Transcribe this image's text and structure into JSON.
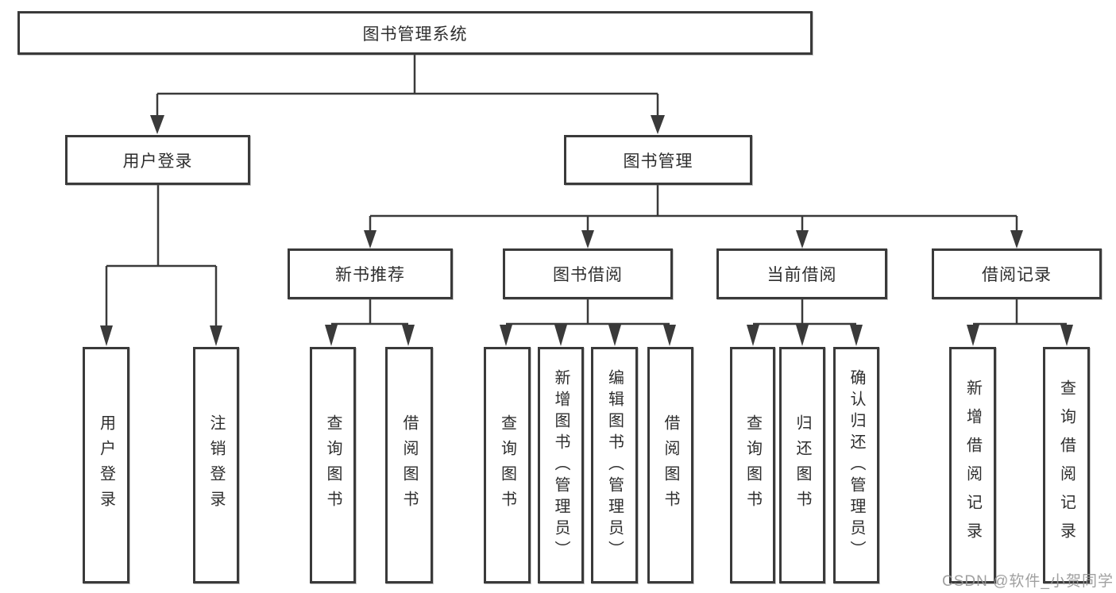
{
  "diagram": {
    "root": {
      "label": "图书管理系统"
    },
    "level2": [
      {
        "label": "用户登录"
      },
      {
        "label": "图书管理"
      }
    ],
    "level3": [
      {
        "label": "新书推荐"
      },
      {
        "label": "图书借阅"
      },
      {
        "label": "当前借阅"
      },
      {
        "label": "借阅记录"
      }
    ],
    "leaves": [
      {
        "label": "用户登录"
      },
      {
        "label": "注销登录"
      },
      {
        "label": "查询图书"
      },
      {
        "label": "借阅图书"
      },
      {
        "label": "查询图书"
      },
      {
        "label": "新增图书（管理员）"
      },
      {
        "label": "编辑图书（管理员）"
      },
      {
        "label": "借阅图书"
      },
      {
        "label": "查询图书"
      },
      {
        "label": "归还图书"
      },
      {
        "label": "确认归还（管理员）"
      },
      {
        "label": "新增借阅记录"
      },
      {
        "label": "查询借阅记录"
      }
    ],
    "tree": {
      "图书管理系统": {
        "用户登录": [
          "用户登录",
          "注销登录"
        ],
        "图书管理": {
          "新书推荐": [
            "查询图书",
            "借阅图书"
          ],
          "图书借阅": [
            "查询图书",
            "新增图书（管理员）",
            "编辑图书（管理员）",
            "借阅图书"
          ],
          "当前借阅": [
            "查询图书",
            "归还图书",
            "确认归还（管理员）"
          ],
          "借阅记录": [
            "新增借阅记录",
            "查询借阅记录"
          ]
        }
      }
    }
  },
  "watermark": {
    "text": "CSDN @软件_小贺同学"
  },
  "colors": {
    "line": "#3a3a3a",
    "box_border": "#3a3a3a",
    "text": "#2e2e2e",
    "watermark": "#969696",
    "background": "#ffffff"
  }
}
